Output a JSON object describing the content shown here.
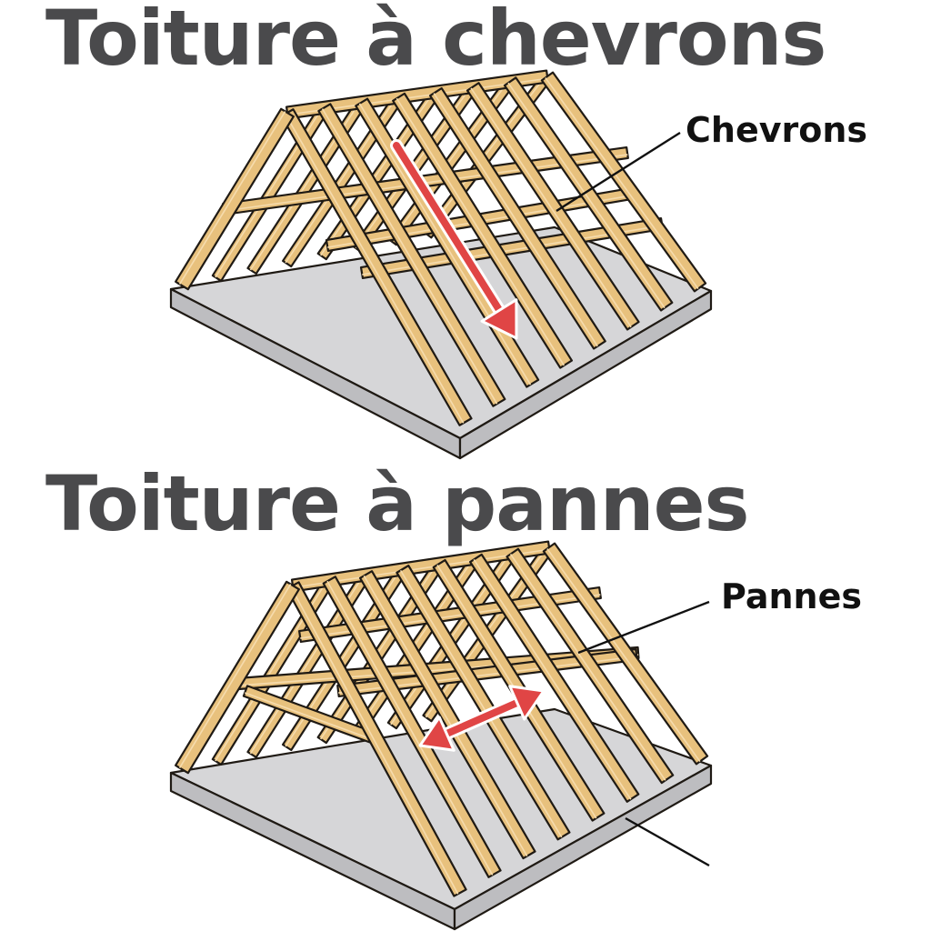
{
  "sections": [
    {
      "title": "Toiture à chevrons",
      "callout": "Chevrons"
    },
    {
      "title": "Toiture à pannes",
      "callout": "Pannes"
    }
  ],
  "colors": {
    "heading": "#4a4a4c",
    "wood": "#e8c17d",
    "wood_outline": "#1f1a14",
    "slab_top": "#d6d6d8",
    "slab_side": "#bdbdc0",
    "arrow": "#e04545"
  }
}
